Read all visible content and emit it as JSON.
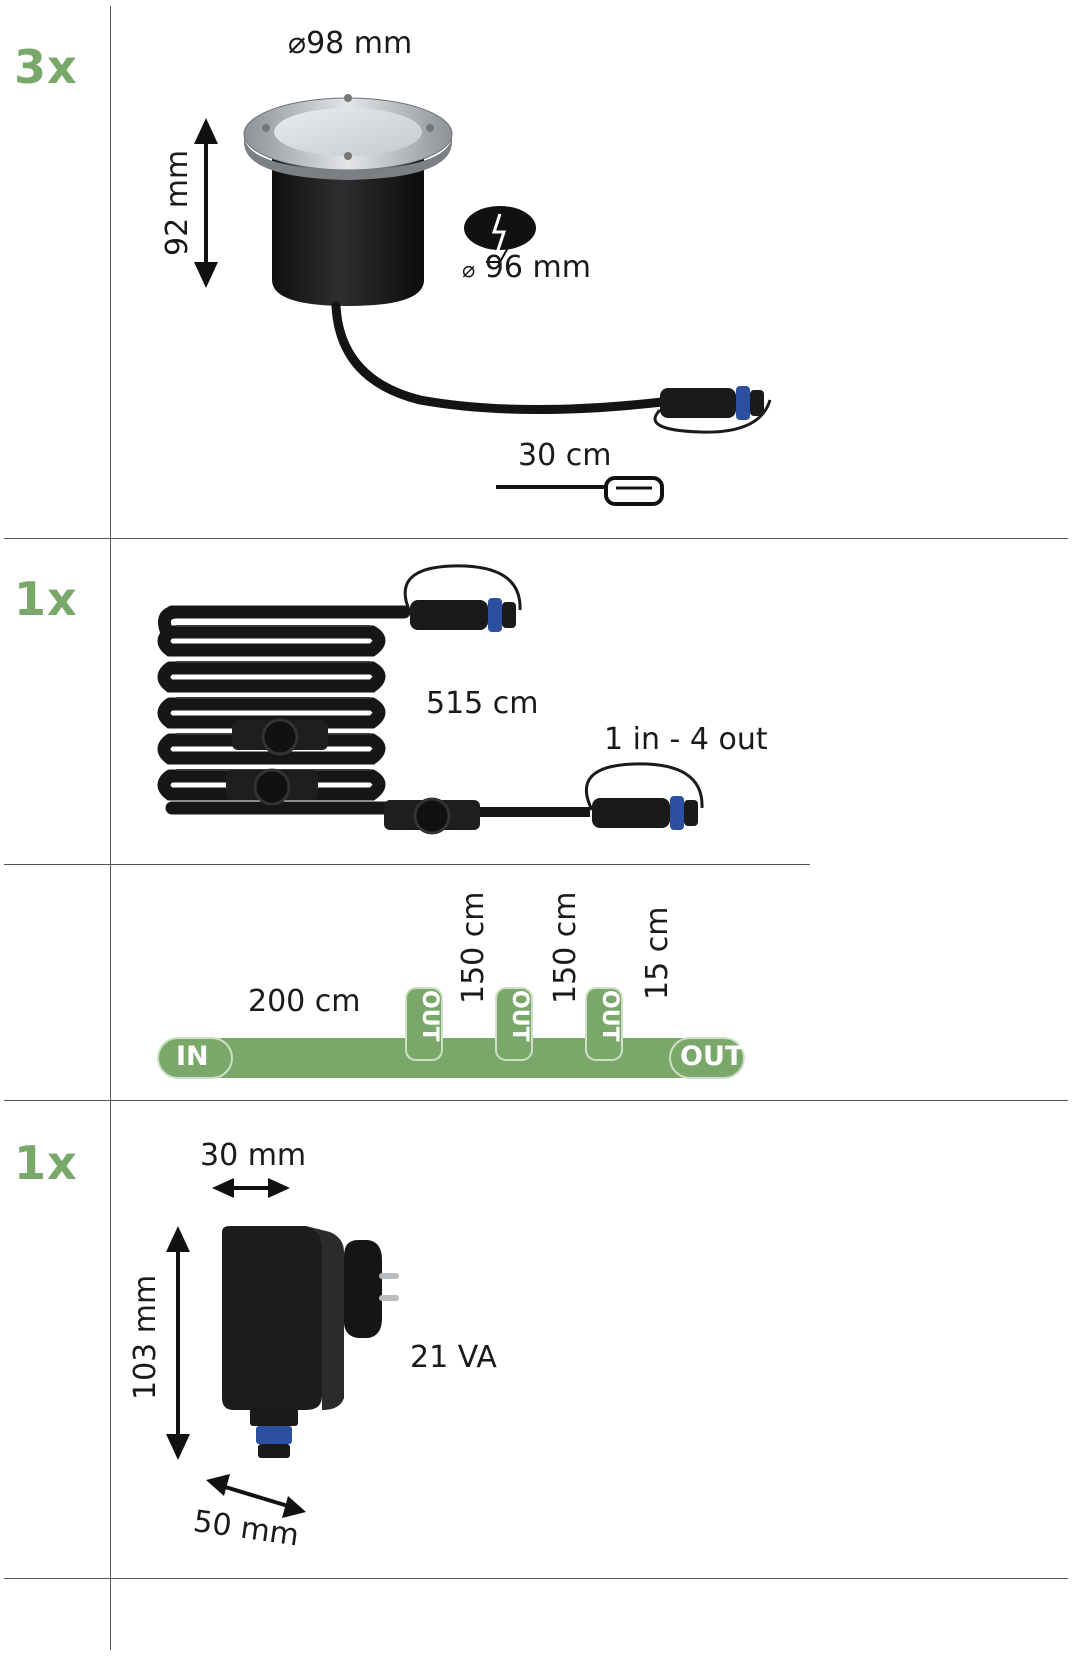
{
  "sections": [
    {
      "quantity": "3x",
      "product": "recessed-spotlight",
      "dimensions": {
        "diameter": "98 mm",
        "height": "92 mm",
        "cutout": "96 mm",
        "cable": "30 cm"
      }
    },
    {
      "quantity": "1x",
      "product": "connection-cable",
      "dimensions": {
        "length": "515 cm",
        "config": "1 in - 4 out"
      },
      "layout": {
        "in_label": "IN",
        "out_label": "OUT",
        "seg1": "200 cm",
        "seg2": "150 cm",
        "seg3": "150 cm",
        "seg4": "15 cm"
      }
    },
    {
      "quantity": "1x",
      "product": "power-adapter",
      "dimensions": {
        "width": "30 mm",
        "height": "103 mm",
        "depth": "50 mm",
        "power": "21 VA"
      }
    }
  ],
  "colors": {
    "accent_green": "#7aa86a",
    "cable_black": "#1b1b1b",
    "connector_blue": "#2d4fa0",
    "steel": "#b9bcbf"
  }
}
